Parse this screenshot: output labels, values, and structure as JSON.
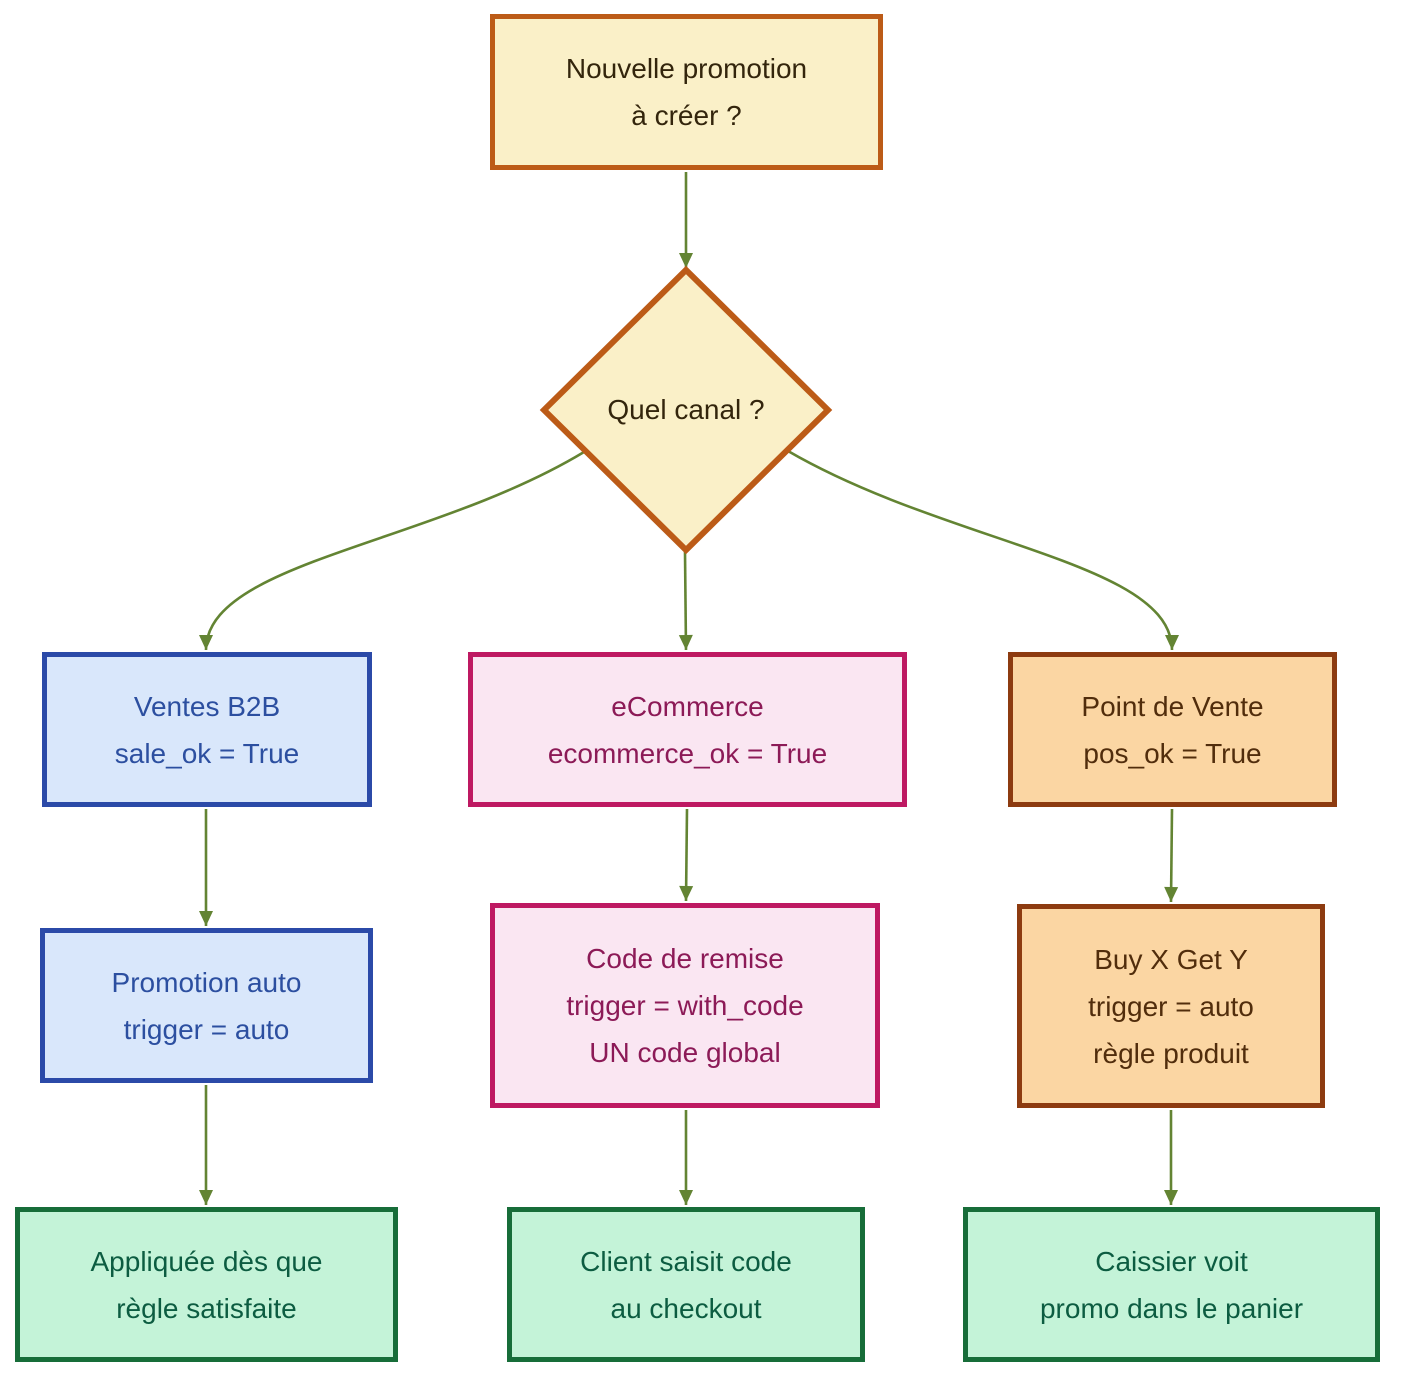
{
  "diagram": {
    "nodes": {
      "start": {
        "lines": [
          "Nouvelle promotion",
          "à créer ?"
        ]
      },
      "decision": {
        "label": "Quel canal ?"
      },
      "b2b_channel": {
        "lines": [
          "Ventes B2B",
          "sale_ok = True"
        ]
      },
      "b2b_mechanism": {
        "lines": [
          "Promotion auto",
          "trigger = auto"
        ]
      },
      "b2b_outcome": {
        "lines": [
          "Appliquée dès que",
          "règle satisfaite"
        ]
      },
      "ecom_channel": {
        "lines": [
          "eCommerce",
          "ecommerce_ok = True"
        ]
      },
      "ecom_mechanism": {
        "lines": [
          "Code de remise",
          "trigger = with_code",
          "UN code global"
        ]
      },
      "ecom_outcome": {
        "lines": [
          "Client saisit code",
          "au checkout"
        ]
      },
      "pos_channel": {
        "lines": [
          "Point de Vente",
          "pos_ok = True"
        ]
      },
      "pos_mechanism": {
        "lines": [
          "Buy X Get Y",
          "trigger = auto",
          "règle produit"
        ]
      },
      "pos_outcome": {
        "lines": [
          "Caissier voit",
          "promo dans le panier"
        ]
      }
    },
    "edges": [
      [
        "start",
        "decision"
      ],
      [
        "decision",
        "b2b_channel"
      ],
      [
        "decision",
        "ecom_channel"
      ],
      [
        "decision",
        "pos_channel"
      ],
      [
        "b2b_channel",
        "b2b_mechanism"
      ],
      [
        "ecom_channel",
        "ecom_mechanism"
      ],
      [
        "pos_channel",
        "pos_mechanism"
      ],
      [
        "b2b_mechanism",
        "b2b_outcome"
      ],
      [
        "ecom_mechanism",
        "ecom_outcome"
      ],
      [
        "pos_mechanism",
        "pos_outcome"
      ]
    ],
    "colors": {
      "yellow_fill": "#FAF0C8",
      "yellow_border": "#BC5B17",
      "yellow_text": "#33250C",
      "blue_fill": "#D9E7FB",
      "blue_border": "#2B4AA8",
      "blue_text": "#2C4FA0",
      "pink_fill": "#FAE6F2",
      "pink_border": "#BE1962",
      "pink_text": "#8C1A57",
      "orange_fill": "#FBD6A3",
      "orange_border": "#8D3B10",
      "orange_text": "#512D0C",
      "green_fill": "#C4F3D8",
      "green_border": "#176D39",
      "green_text": "#0C5C41",
      "arrow": "#638433"
    }
  }
}
